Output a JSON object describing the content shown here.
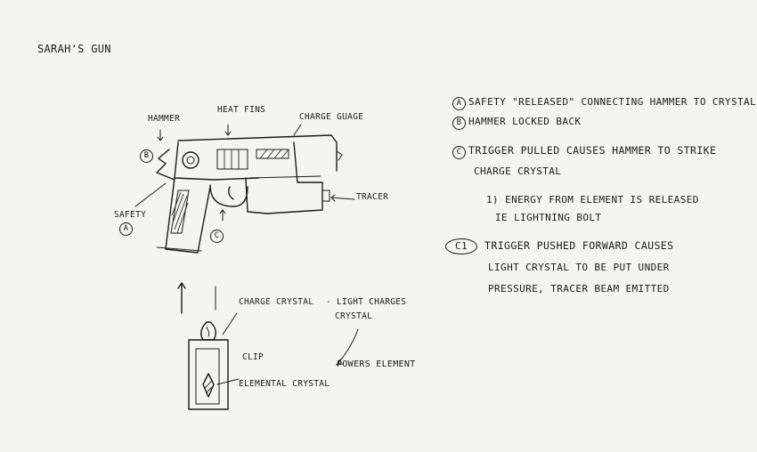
{
  "title": "SARAH'S GUN",
  "labels": {
    "hammer": "HAMMER",
    "heat_fins": "HEAT FINS",
    "charge_gauge": "CHARGE GUAGE",
    "tracer": "TRACER",
    "safety": "SAFETY",
    "badge_a": "A",
    "badge_b": "B",
    "badge_c": "C",
    "charge_crystal": "CHARGE CRYSTAL",
    "light_charges_1": "- LIGHT CHARGES",
    "light_charges_2": "CRYSTAL",
    "clip": "CLIP",
    "elemental_crystal": "ELEMENTAL CRYSTAL",
    "powers_element": "POWERS ELEMENT"
  },
  "notes": [
    {
      "marker": "A",
      "text": "SAFETY \"RELEASED\" CONNECTING HAMMER TO CRYSTAL"
    },
    {
      "marker": "B",
      "text": "HAMMER LOCKED BACK"
    },
    {
      "marker": "C",
      "text": "TRIGGER PULLED CAUSES HAMMER TO STRIKE"
    },
    {
      "text": "CHARGE CRYSTAL"
    },
    {
      "text": "1) ENERGY FROM ELEMENT IS RELEASED"
    },
    {
      "text": "IE LIGHTNING BOLT"
    },
    {
      "marker": "C1",
      "text": "TRIGGER PUSHED FORWARD CAUSES"
    },
    {
      "text": "LIGHT CRYSTAL TO BE PUT UNDER"
    },
    {
      "text": "PRESSURE, TRACER BEAM EMITTED"
    }
  ]
}
